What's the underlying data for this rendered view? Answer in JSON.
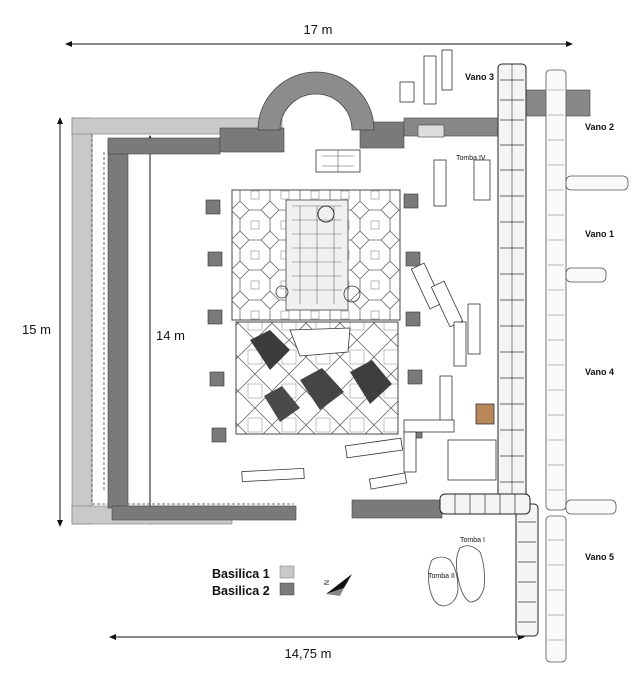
{
  "dimensions": {
    "top": "17 m",
    "left_outer": "15 m",
    "left_inner": "14 m",
    "bottom": "14,75 m"
  },
  "rooms": [
    "Vano 3",
    "Vano 2",
    "Vano 1",
    "Vano 4",
    "Vano 5"
  ],
  "tombs": [
    "Tomba IV",
    "Tomba I",
    "Tomba II"
  ],
  "legend": {
    "items": [
      {
        "label": "Basilica 1",
        "color": "#c9c9c9"
      },
      {
        "label": "Basilica 2",
        "color": "#7a7a7a"
      }
    ]
  },
  "north_arrow": {
    "label": "N"
  },
  "colors": {
    "basilica1": "#c9c9c9",
    "basilica2": "#7a7a7a",
    "stone_outline": "#222222",
    "mosaic_line": "#555555"
  }
}
